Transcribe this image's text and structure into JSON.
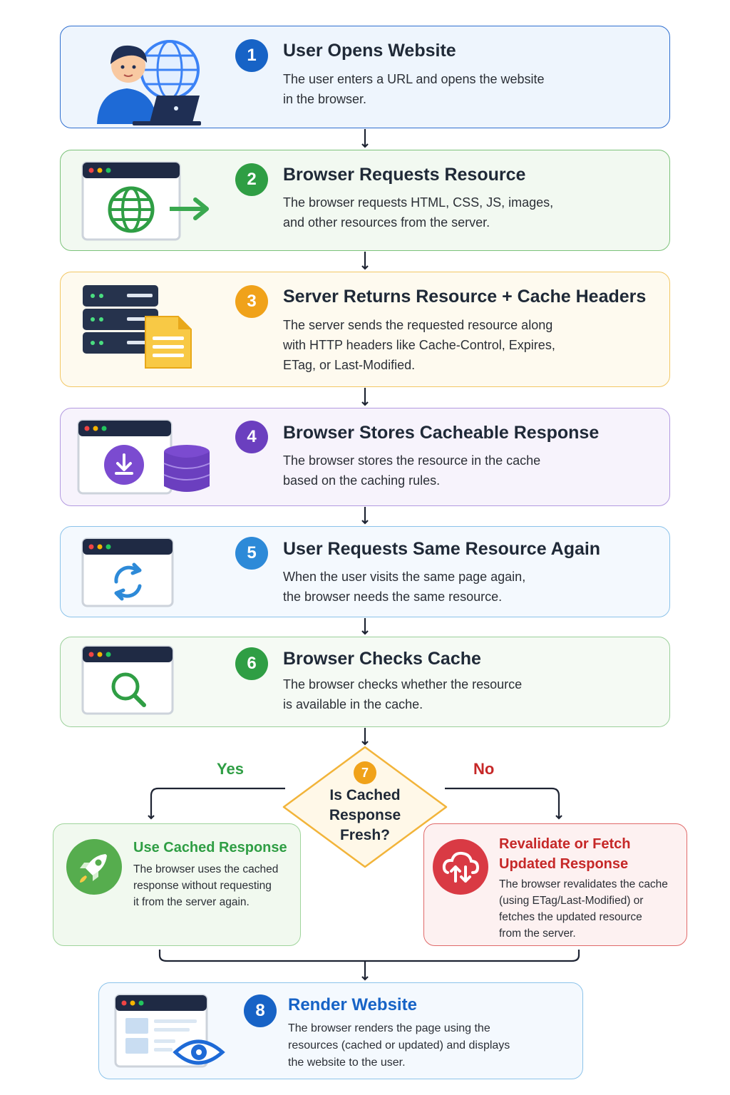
{
  "steps": [
    {
      "num": "1",
      "title": "User Opens Website",
      "lines": [
        "The user enters a URL and opens the website",
        "in the browser."
      ]
    },
    {
      "num": "2",
      "title": "Browser Requests Resource",
      "lines": [
        "The browser requests HTML, CSS, JS, images,",
        "and other resources from the server."
      ]
    },
    {
      "num": "3",
      "title": "Server Returns Resource + Cache Headers",
      "lines": [
        "The server sends the requested resource along",
        "with HTTP headers like Cache-Control, Expires,",
        "ETag, or Last-Modified."
      ]
    },
    {
      "num": "4",
      "title": "Browser Stores Cacheable Response",
      "lines": [
        "The browser stores the resource in the cache",
        "based on the caching rules."
      ]
    },
    {
      "num": "5",
      "title": "User Requests Same Resource Again",
      "lines": [
        "When the user visits the same page again,",
        "the browser needs the same resource."
      ]
    },
    {
      "num": "6",
      "title": "Browser Checks Cache",
      "lines": [
        "The browser checks whether the resource",
        "is available in the cache."
      ]
    }
  ],
  "decision": {
    "num": "7",
    "lines": [
      "Is Cached",
      "Response",
      "Fresh?"
    ],
    "yes_label": "Yes",
    "no_label": "No"
  },
  "yes_branch": {
    "title": "Use Cached Response",
    "lines": [
      "The browser uses the cached",
      "response without requesting",
      "it from the server again."
    ]
  },
  "no_branch": {
    "title_lines": [
      "Revalidate or Fetch",
      "Updated Response"
    ],
    "lines": [
      "The browser revalidates the cache",
      "(using ETag/Last-Modified) or",
      "fetches the updated resource",
      "from the server."
    ]
  },
  "final": {
    "num": "8",
    "title": "Render Website",
    "lines": [
      "The browser renders the page using the",
      "resources (cached or updated) and displays",
      "the website to the user."
    ]
  },
  "colors": {
    "blue": "#1763c6",
    "green": "#2f9e44",
    "orange": "#f0a21a",
    "purple": "#6b3fbf",
    "lightblue": "#2d8ad8",
    "red": "#d32f3a",
    "dark": "#1e2433"
  }
}
